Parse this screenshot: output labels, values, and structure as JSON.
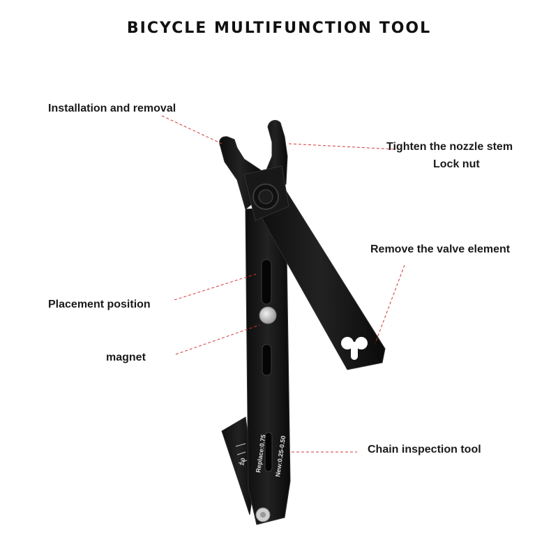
{
  "title": "BICYCLE MULTIFUNCTION TOOL",
  "callouts": {
    "installation": "Installation and removal",
    "tighten_line1": "Tighten the nozzle stem",
    "tighten_line2": "Lock nut",
    "valve": "Remove the valve element",
    "placement": "Placement position",
    "magnet": "magnet",
    "chain": "Chain inspection tool"
  },
  "gauge_labels": {
    "size": "1.0",
    "replace": "Replace:0.75",
    "new": "New:0.25-0.50"
  },
  "colors": {
    "tool_body": "#151515",
    "tool_edge": "#2e2e2e",
    "leader_line": "#d23a3a",
    "magnet": "#bdbdbd"
  },
  "icons": {
    "pivot": "pivot-bolt-icon",
    "magnet": "magnet-disc-icon",
    "valve_key": "valve-key-cutout-icon",
    "rivet": "rivet-screw-icon"
  }
}
